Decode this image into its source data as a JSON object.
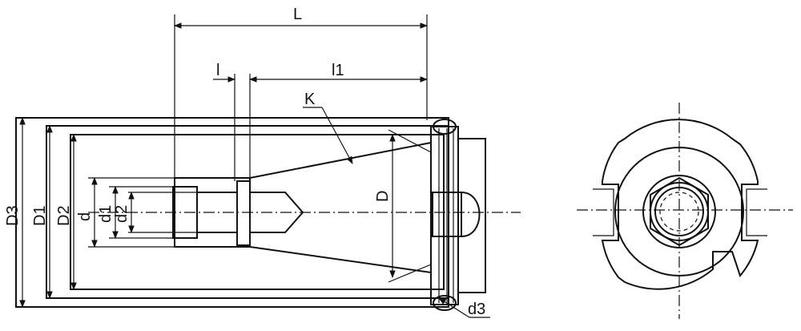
{
  "labels": {
    "L": "L",
    "l": "l",
    "l1": "l1",
    "K": "K",
    "D": "D",
    "D3": "D3",
    "D1": "D1",
    "D2": "D2",
    "d": "d",
    "d1": "d1",
    "d2": "d2",
    "d3": "d3"
  }
}
